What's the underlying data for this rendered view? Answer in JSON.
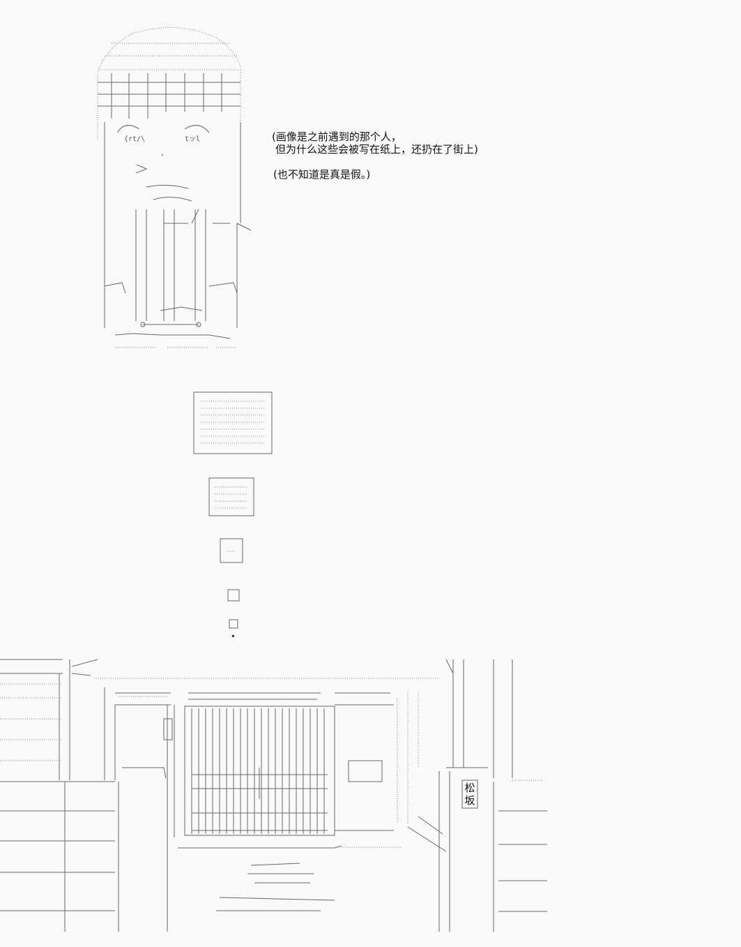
{
  "caption": {
    "line1": "(画像是之前遇到的那个人，",
    "line2": "但为什么这些会被写在纸上，还扔在了街上)",
    "line3": "(也不知道是真是假。)"
  },
  "street_sign": {
    "char1": "松",
    "char2": "坂"
  },
  "icons": {
    "portrait": "ascii-art-girl-icon",
    "paper": "paper-sheet-icon",
    "street": "ascii-art-street-icon"
  }
}
